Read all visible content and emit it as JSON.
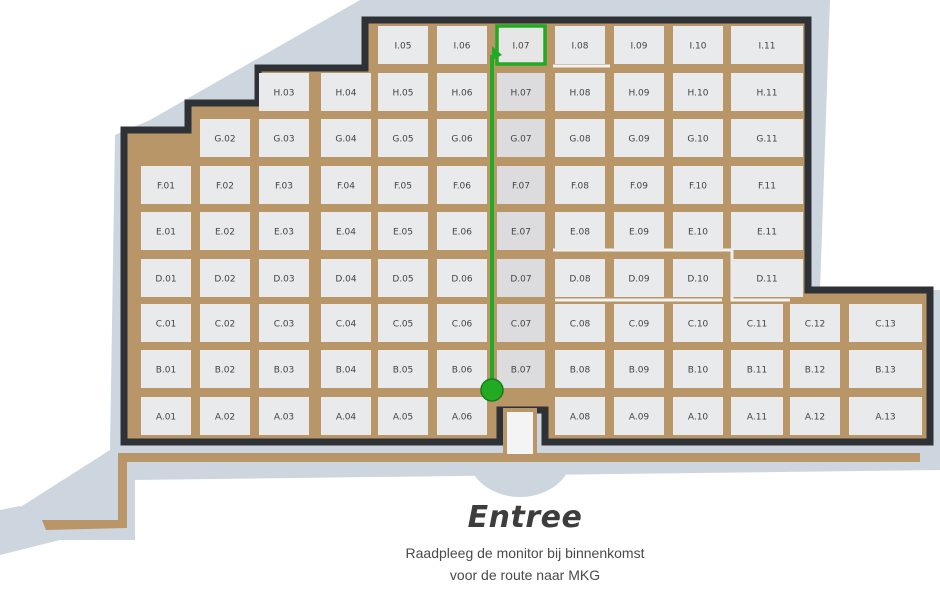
{
  "map": {
    "rooms": [
      {
        "row": "I",
        "labels": [
          "I.05",
          "I.06",
          "I.07",
          "I.08",
          "I.09",
          "I.10",
          "I.11"
        ],
        "cols": [
          5,
          6,
          7,
          8,
          9,
          10,
          11
        ]
      },
      {
        "row": "H",
        "labels": [
          "H.03",
          "H.04",
          "H.05",
          "H.06",
          "H.07",
          "H.08",
          "H.09",
          "H.10",
          "H.11"
        ],
        "cols": [
          3,
          4,
          5,
          6,
          7,
          8,
          9,
          10,
          11
        ]
      },
      {
        "row": "G",
        "labels": [
          "G.02",
          "G.03",
          "G.04",
          "G.05",
          "G.06",
          "G.07",
          "G.08",
          "G.09",
          "G.10",
          "G.11"
        ],
        "cols": [
          2,
          3,
          4,
          5,
          6,
          7,
          8,
          9,
          10,
          11
        ]
      },
      {
        "row": "F",
        "labels": [
          "F.01",
          "F.02",
          "F.03",
          "F.04",
          "F.05",
          "F.06",
          "F.07",
          "F.08",
          "F.09",
          "F.10",
          "F.11"
        ],
        "cols": [
          1,
          2,
          3,
          4,
          5,
          6,
          7,
          8,
          9,
          10,
          11
        ]
      },
      {
        "row": "E",
        "labels": [
          "E.01",
          "E.02",
          "E.03",
          "E.04",
          "E.05",
          "E.06",
          "E.07",
          "E.08",
          "E.09",
          "E.10",
          "E.11"
        ],
        "cols": [
          1,
          2,
          3,
          4,
          5,
          6,
          7,
          8,
          9,
          10,
          11
        ]
      },
      {
        "row": "D",
        "labels": [
          "D.01",
          "D.02",
          "D.03",
          "D.04",
          "D.05",
          "D.06",
          "D.07",
          "D.08",
          "D.09",
          "D.10",
          "D.11"
        ],
        "cols": [
          1,
          2,
          3,
          4,
          5,
          6,
          7,
          8,
          9,
          10,
          11
        ]
      },
      {
        "row": "C",
        "labels": [
          "C.01",
          "C.02",
          "C.03",
          "C.04",
          "C.05",
          "C.06",
          "C.07",
          "C.08",
          "C.09",
          "C.10",
          "C.11",
          "C.12",
          "C.13"
        ],
        "cols": [
          1,
          2,
          3,
          4,
          5,
          6,
          7,
          8,
          9,
          10,
          11,
          12,
          13
        ]
      },
      {
        "row": "B",
        "labels": [
          "B.01",
          "B.02",
          "B.03",
          "B.04",
          "B.05",
          "B.06",
          "B.07",
          "B.08",
          "B.09",
          "B.10",
          "B.11",
          "B.12",
          "B.13"
        ],
        "cols": [
          1,
          2,
          3,
          4,
          5,
          6,
          7,
          8,
          9,
          10,
          11,
          12,
          13
        ]
      },
      {
        "row": "A",
        "labels": [
          "A.01",
          "A.02",
          "A.03",
          "A.04",
          "A.05",
          "A.06",
          "A.08",
          "A.09",
          "A.10",
          "A.11",
          "A.12",
          "A.13"
        ],
        "cols": [
          1,
          2,
          3,
          4,
          5,
          6,
          8,
          9,
          10,
          11,
          12,
          13
        ]
      }
    ],
    "highlighted_room": "I.07",
    "route_from": "entrance",
    "route_to": "I.07",
    "colors": {
      "route": "#22aa22",
      "wall": "#2e3236",
      "room": "#e9eaec",
      "corridor": "#b89668",
      "background": "#cdd6df"
    }
  },
  "caption": {
    "title": "Entree",
    "line1": "Raadpleeg de monitor bij binnenkomst",
    "line2": "voor de route naar MKG"
  }
}
